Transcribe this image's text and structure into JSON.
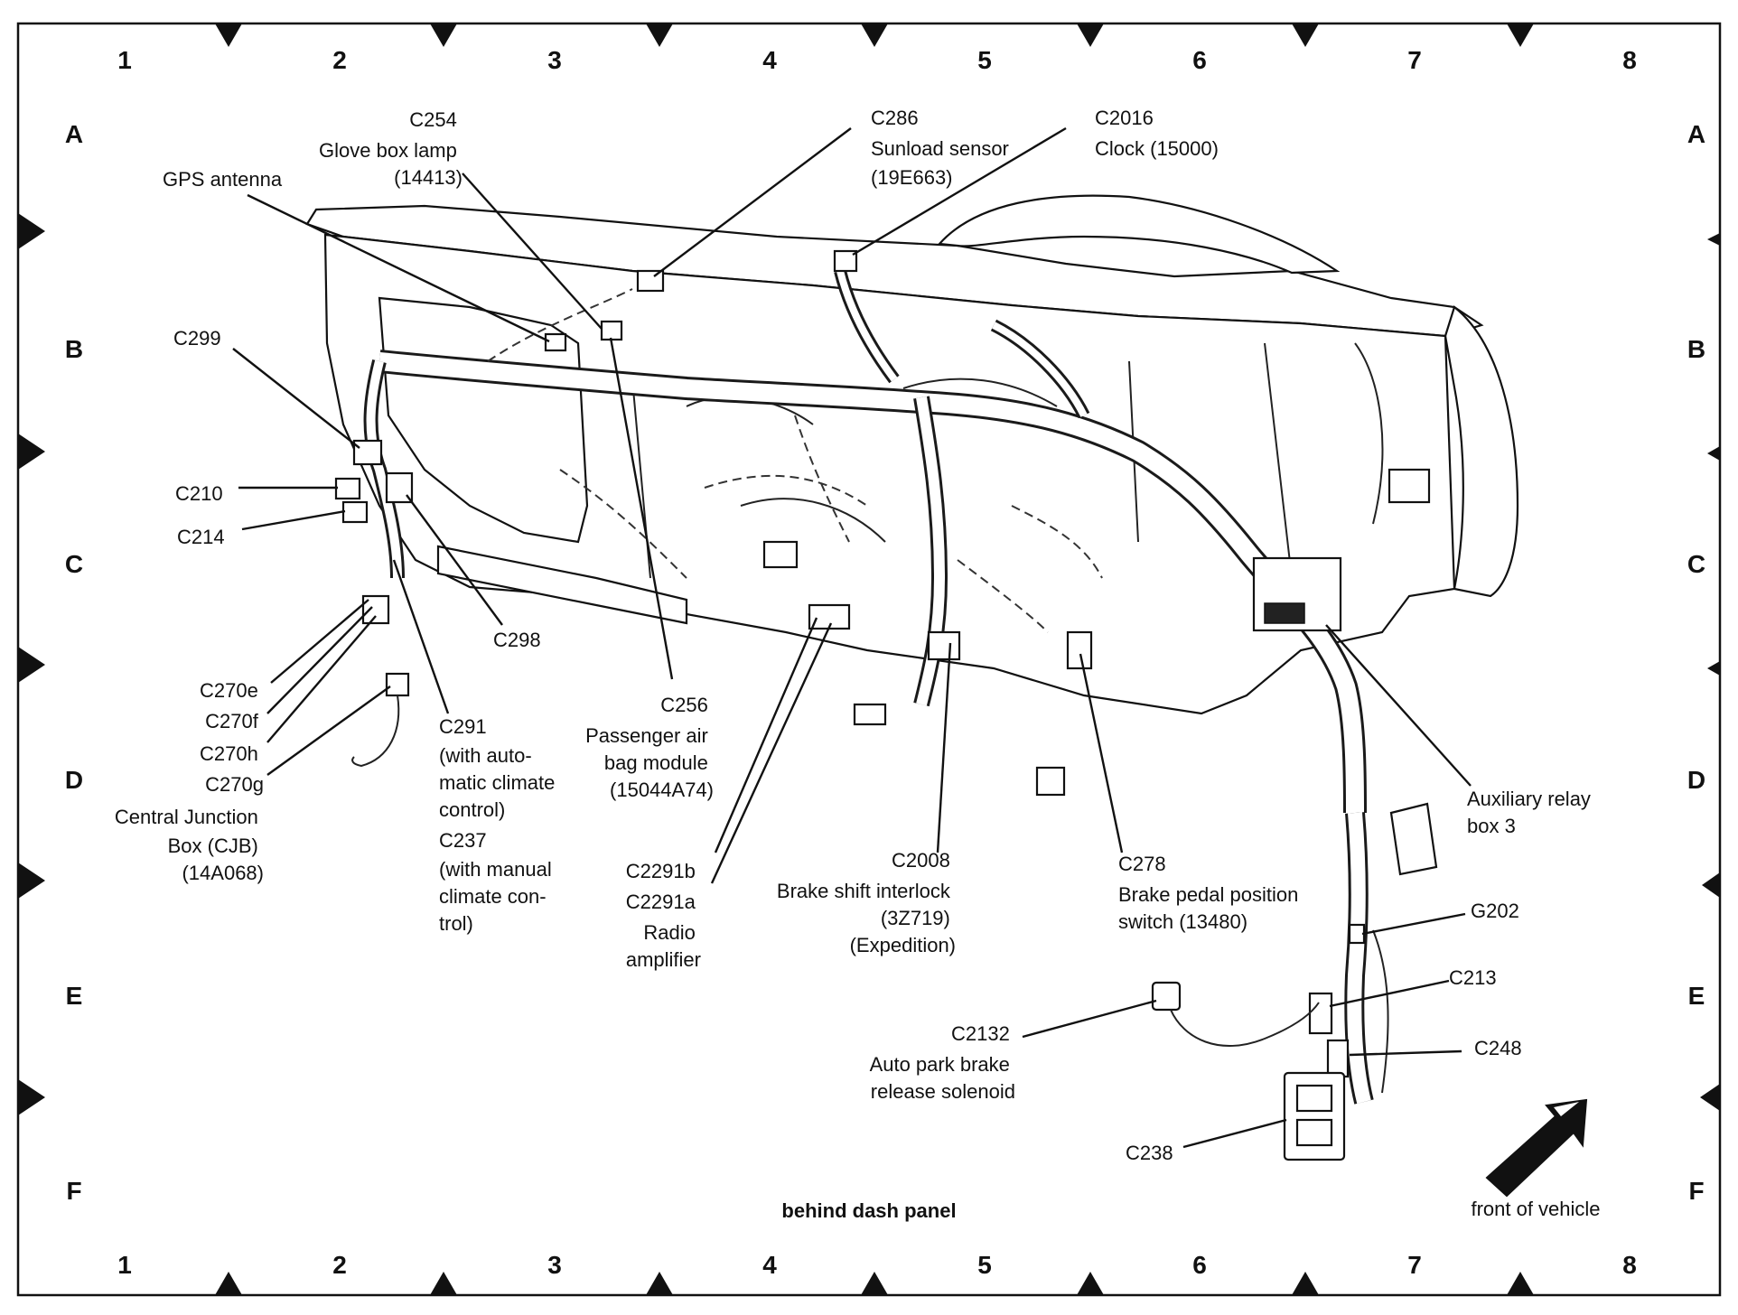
{
  "grid": {
    "columns": [
      "1",
      "2",
      "3",
      "4",
      "5",
      "6",
      "7",
      "8"
    ],
    "rows": [
      "A",
      "B",
      "C",
      "D",
      "E",
      "F"
    ]
  },
  "labels": {
    "c254": [
      "C254",
      "Glove box lamp",
      "(14413)"
    ],
    "gps": [
      "GPS antenna"
    ],
    "c286": [
      "C286",
      "Sunload sensor",
      "(19E663)"
    ],
    "c2016": [
      "C2016",
      "Clock (15000)"
    ],
    "c299": [
      "C299"
    ],
    "c210": [
      "C210"
    ],
    "c214": [
      "C214"
    ],
    "c298": [
      "C298"
    ],
    "c270": [
      "C270e",
      "C270f",
      "C270h",
      "C270g"
    ],
    "cjb": [
      "Central Junction",
      "Box (CJB)",
      "(14A068)"
    ],
    "c291": [
      "C291",
      "(with auto-",
      "matic climate",
      "control)",
      "C237",
      "(with manual",
      "climate con-",
      "trol)"
    ],
    "c256": [
      "C256",
      "Passenger air",
      "bag module",
      "(15044A74)"
    ],
    "c2291": [
      "C2291b",
      "C2291a",
      "Radio",
      "amplifier"
    ],
    "c2008": [
      "C2008",
      "Brake shift interlock",
      "(3Z719)",
      "(Expedition)"
    ],
    "c278": [
      "C278",
      "Brake pedal position",
      "switch (13480)"
    ],
    "aux": [
      "Auxiliary relay",
      "box 3"
    ],
    "g202": [
      "G202"
    ],
    "c213": [
      "C213"
    ],
    "c248": [
      "C248"
    ],
    "c2132": [
      "C2132",
      "Auto park brake",
      "release solenoid"
    ],
    "c238": [
      "C238"
    ],
    "caption": [
      "behind dash panel"
    ],
    "front": [
      "front of vehicle"
    ]
  }
}
